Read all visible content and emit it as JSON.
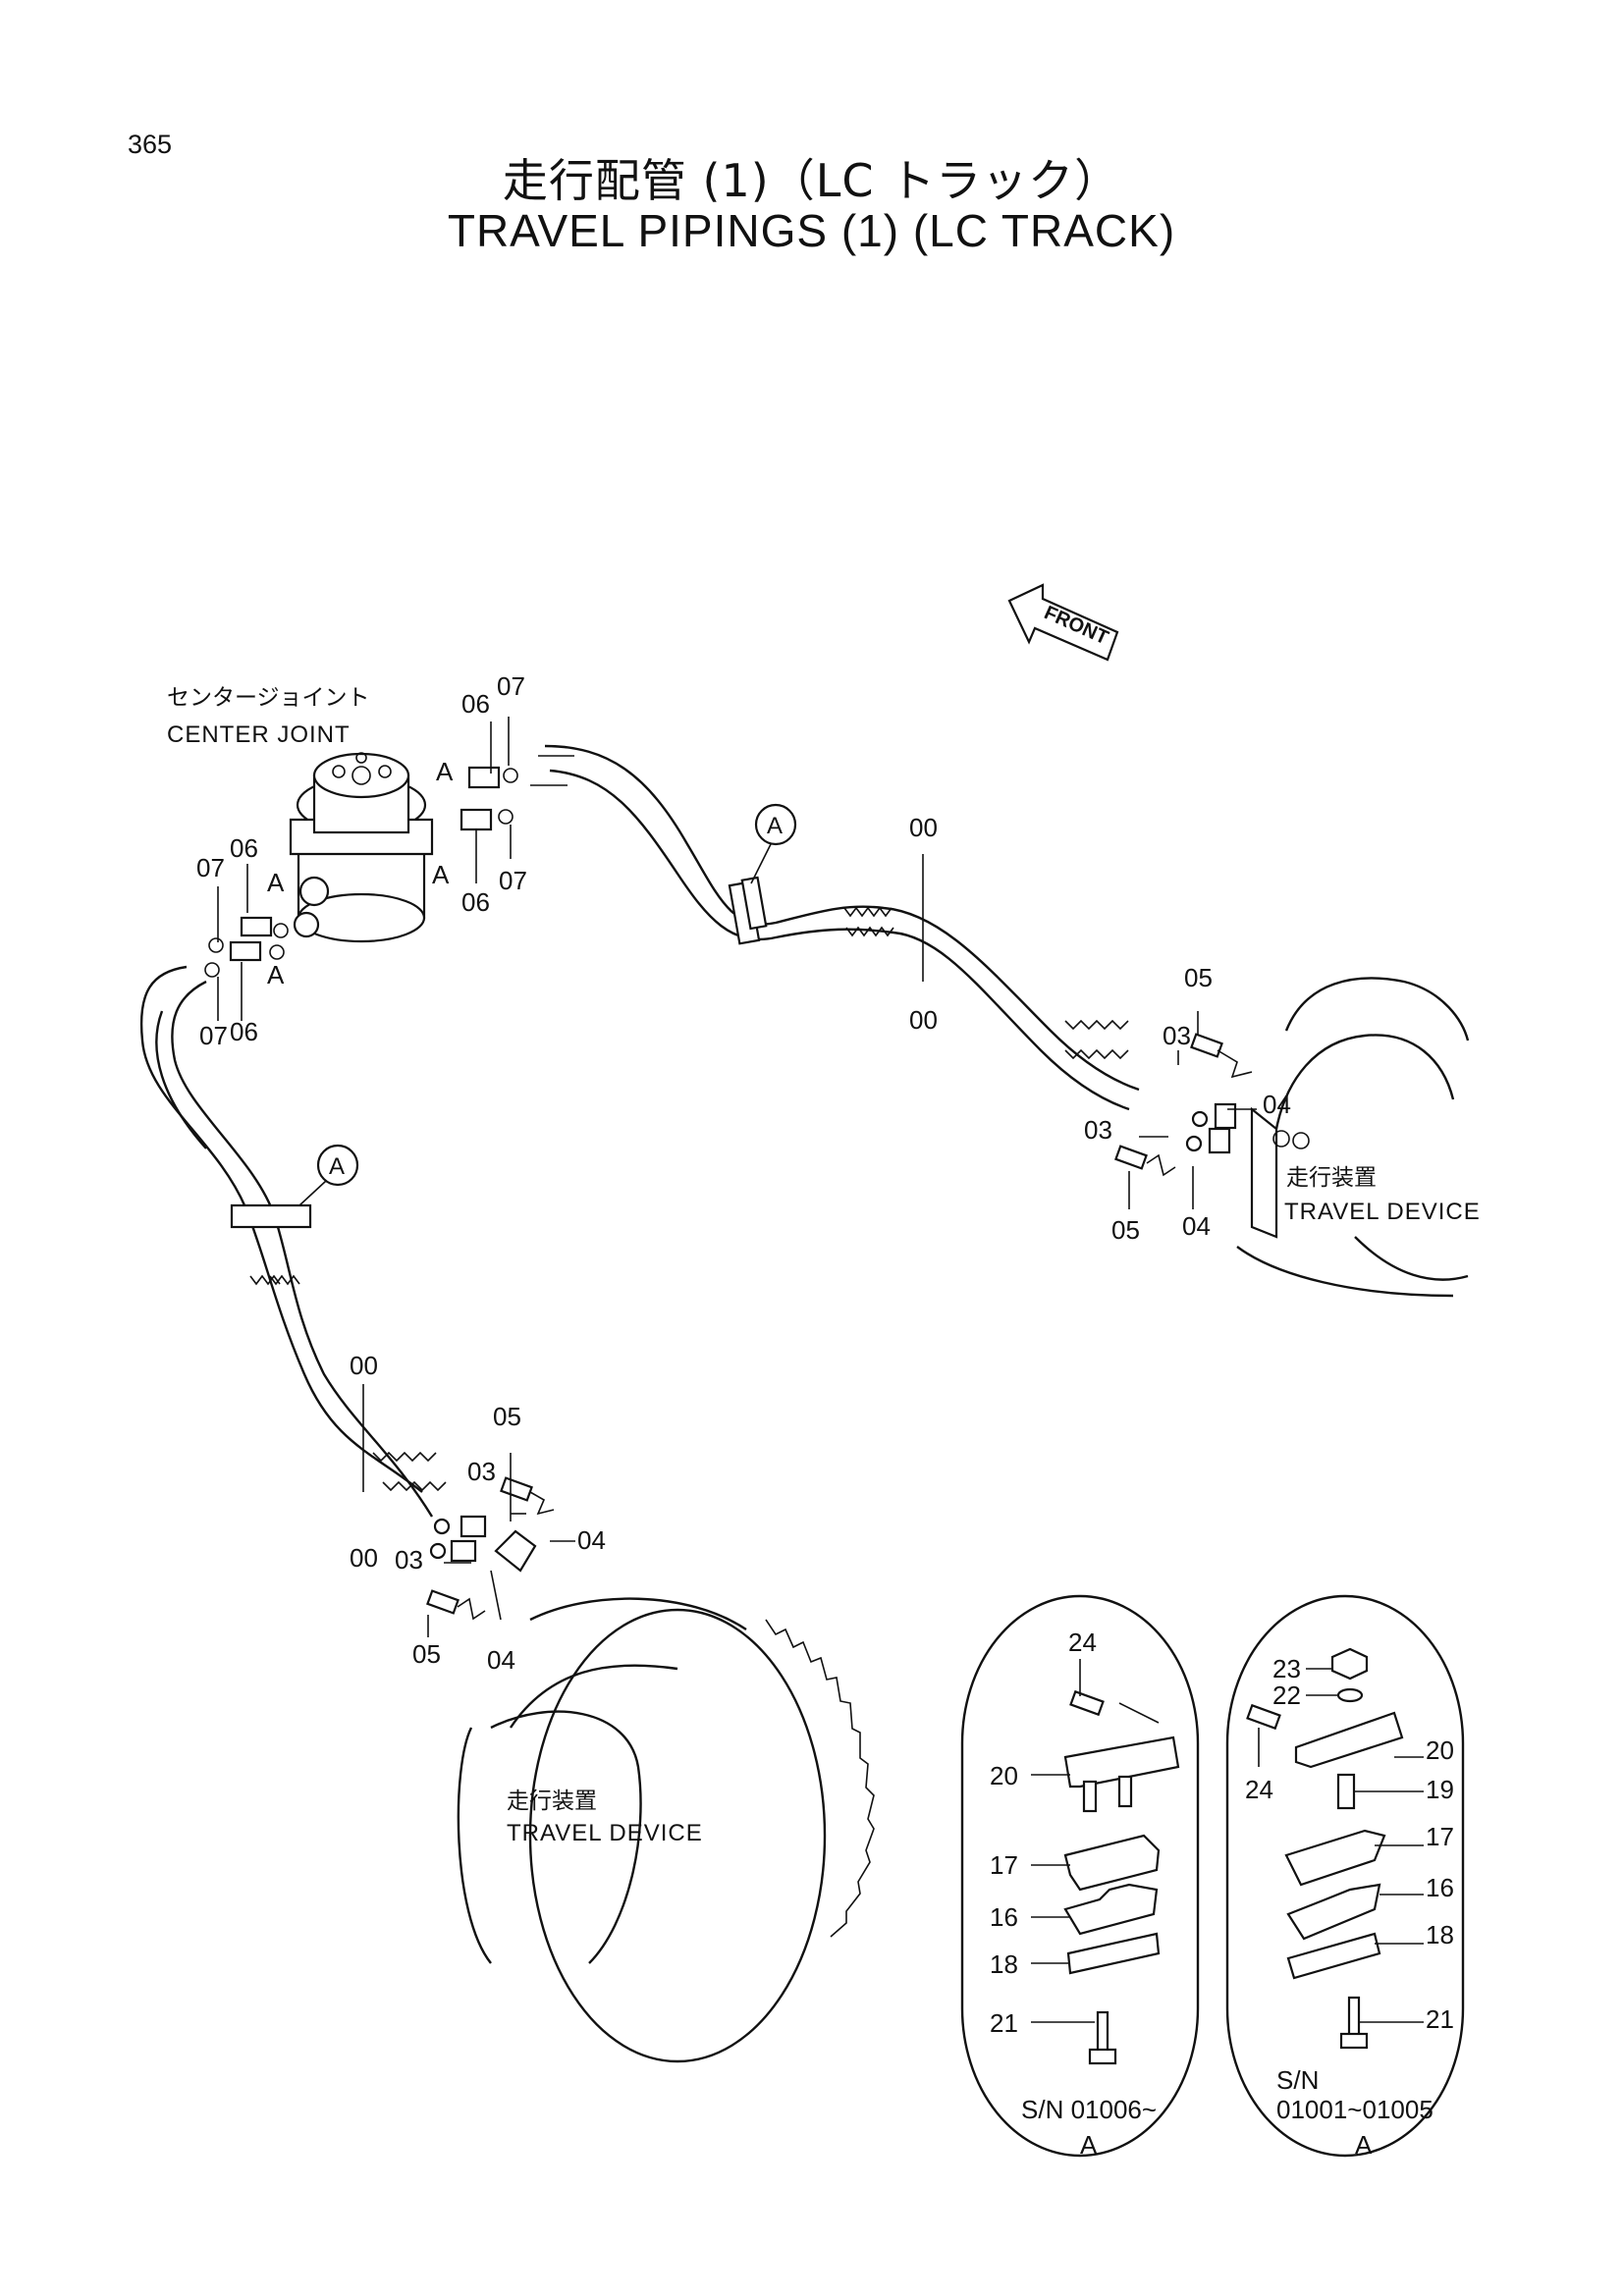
{
  "page": {
    "number": "365",
    "title_jp": "走行配管 (1)（LC トラック）",
    "title_en": "TRAVEL PIPINGS (1) (LC TRACK)"
  },
  "components": {
    "center_joint_jp": "センタージョイント",
    "center_joint_en": "CENTER JOINT",
    "travel_device_jp": "走行装置",
    "travel_device_en": "TRAVEL DEVICE",
    "front": "FRONT",
    "ref_a": "A"
  },
  "parts": {
    "p00": "00",
    "p03": "03",
    "p04": "04",
    "p05": "05",
    "p06": "06",
    "p07": "07",
    "p16": "16",
    "p17": "17",
    "p18": "18",
    "p19": "19",
    "p20": "20",
    "p21": "21",
    "p22": "22",
    "p23": "23",
    "p24": "24"
  },
  "details": {
    "left_sn": "S/N 01006~",
    "right_sn_label": "S/N",
    "right_sn_range": "01001~01005"
  },
  "colors": {
    "ink": "#111111",
    "paper": "#ffffff"
  }
}
